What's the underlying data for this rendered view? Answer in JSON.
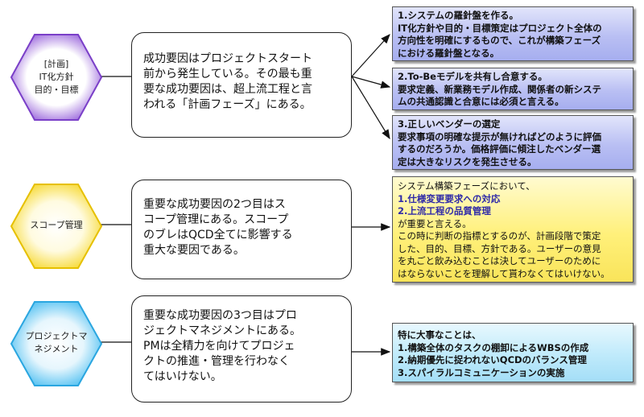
{
  "hexagons": [
    {
      "lines": [
        "[計画]",
        "IT化方針",
        "目的・目標"
      ],
      "fill": "#8b4fd6"
    },
    {
      "lines": [
        "スコープ管理"
      ],
      "fill": "#f5d41a"
    },
    {
      "lines": [
        "プロジェクトマ",
        "ネジメント"
      ],
      "fill": "#3ab8f0"
    }
  ],
  "center_boxes": [
    {
      "lines": [
        "成功要因はプロジェクトスタート",
        "前から発生している。その最も重",
        "要な成功要因は、超上流工程と言",
        "われる「計画フェーズ」にある。"
      ]
    },
    {
      "lines": [
        "重要な成功要因の2つ目はス",
        "コープ管理にある。スコープ",
        "のブレはQCD全てに影響する",
        "重大な要因である。"
      ]
    },
    {
      "lines": [
        "重要な成功要因の3つ目はプロ",
        "ジェクトマネジメントにある。",
        "PMは全精力を向けてプロジェ",
        "クトの推進・管理を行わなく",
        "てはいけない。"
      ]
    }
  ],
  "plan_items": [
    {
      "lines": [
        "1.システムの羅針盤を作る。",
        "IT化方針や目的・目標策定はプロジェクト全体の",
        "方向性を明確にするもので、これが構築フェーズ",
        "における羅針盤となる。"
      ]
    },
    {
      "lines": [
        "2.To-Beモデルを共有し合意する。",
        "要求定義、新業務モデル作成、関係者の新システ",
        "ムの共通認識と合意には必須と言える。"
      ]
    },
    {
      "lines": [
        "3.正しいベンダーの選定",
        "要求事項の明確な提示が無ければどのように評価",
        "するのだろうか。価格評価に傾注したベンダー選",
        "定は大きなリスクを発生させる。"
      ]
    }
  ],
  "scope_box": {
    "intro": "システム構築フェーズにおいて、",
    "h1": "1.仕様変更要求への対応",
    "h2": "2.上流工程の品質管理",
    "rest": [
      "が重要と言える。",
      "この時に判断の指標とするのが、計画段階で策定",
      "した、目的、目標、方針である。ユーザーの意見",
      "を丸ごと飲み込むことは決してユーザーのために",
      "はならないことを理解して貰わなくてはいけない。"
    ]
  },
  "pm_box": {
    "lines": [
      "特に大事なことは、",
      "1.構築全体のタスクの棚卸によるWBSの作成",
      "2.納期優先に捉われないQCDのバランス管理",
      "3.スパイラルコミュニケーションの実施"
    ]
  }
}
